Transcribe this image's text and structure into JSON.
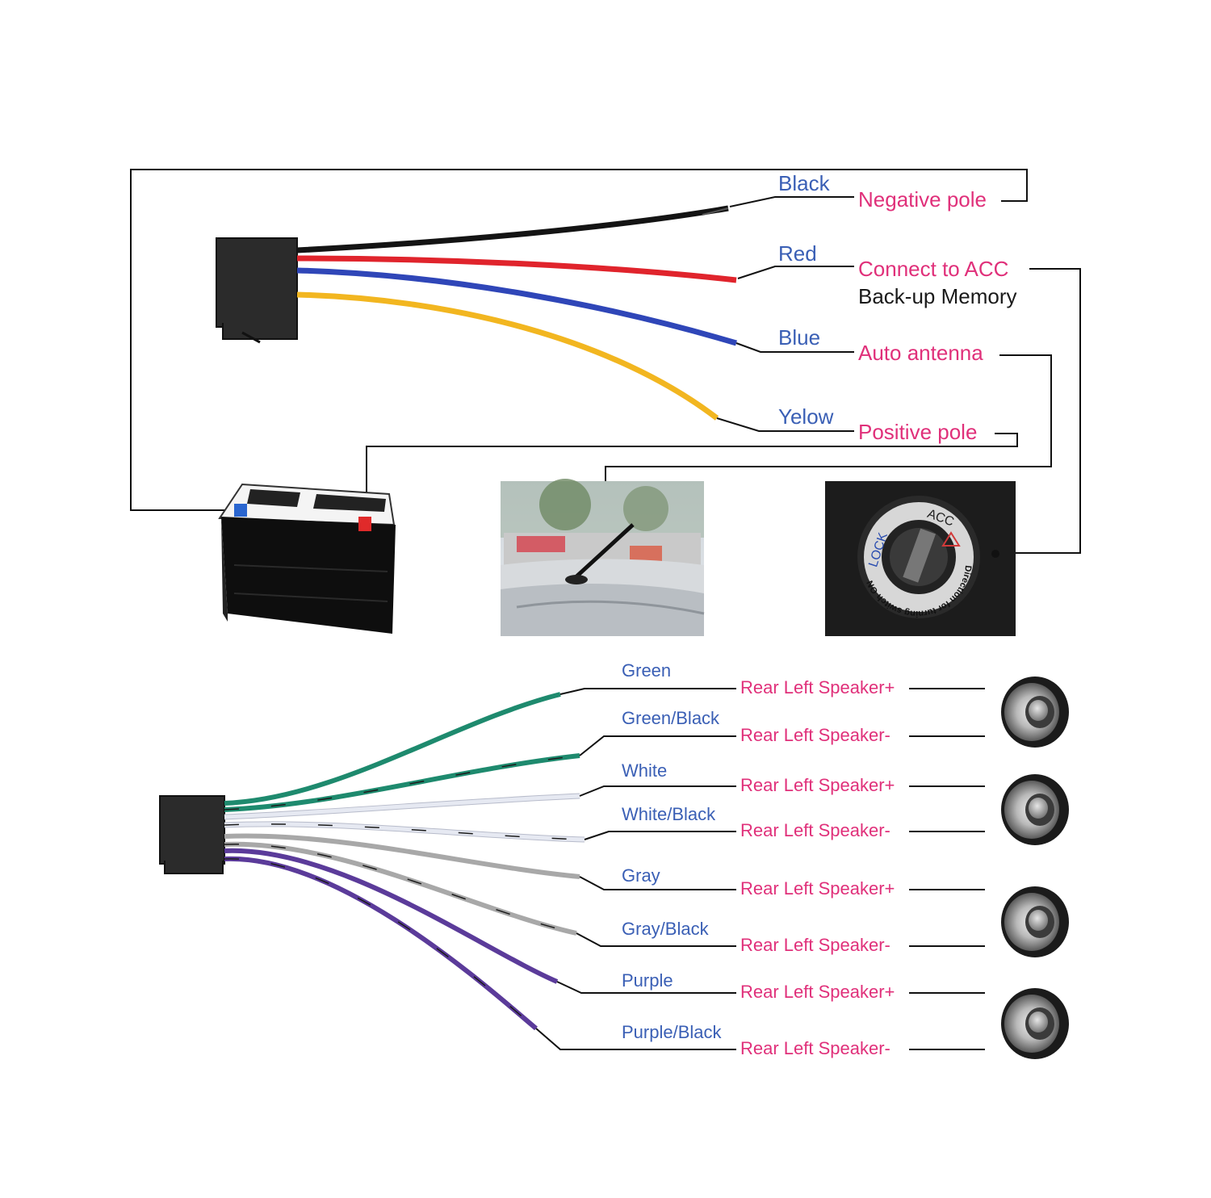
{
  "top": {
    "wires": [
      {
        "name": "Black",
        "function": "Negative pole",
        "color": "#141414"
      },
      {
        "name": "Red",
        "function": "Connect to ACC",
        "note": "Back-up Memory",
        "color": "#e0242c"
      },
      {
        "name": "Blue",
        "function": "Auto antenna",
        "color": "#2f46b8"
      },
      {
        "name": "Yelow",
        "function": "Positive pole",
        "color": "#f2b620"
      }
    ]
  },
  "ignition": {
    "acc": "ACC",
    "lock": "LOCK",
    "ring": "Direction for turning switch ON"
  },
  "speakers": {
    "wires": [
      {
        "name": "Green",
        "function": "Rear Left Speaker+",
        "color": "#1e8a6e"
      },
      {
        "name": "Green/Black",
        "function": "Rear Left Speaker-",
        "color": "#1e8a6e"
      },
      {
        "name": "White",
        "function": "Rear Left Speaker+",
        "color": "#e6e9f2"
      },
      {
        "name": "White/Black",
        "function": "Rear Left Speaker-",
        "color": "#e6e9f2"
      },
      {
        "name": "Gray",
        "function": "Rear Left Speaker+",
        "color": "#a8a8a8"
      },
      {
        "name": "Gray/Black",
        "function": "Rear Left Speaker-",
        "color": "#a8a8a8"
      },
      {
        "name": "Purple",
        "function": "Rear Left Speaker+",
        "color": "#5b3b9a"
      },
      {
        "name": "Purple/Black",
        "function": "Rear Left Speaker-",
        "color": "#5b3b9a"
      }
    ]
  }
}
